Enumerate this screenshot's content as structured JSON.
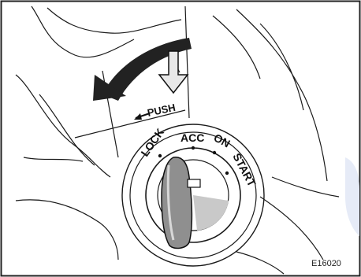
{
  "diagram": {
    "push_label": "PUSH",
    "positions": {
      "lock": "LOCK",
      "acc": "ACC",
      "on": "ON",
      "start": "START"
    },
    "figure_code": "E16020"
  },
  "colors": {
    "line": "#1a1a1a",
    "shade": "#c9c9c9",
    "tint": "#e6ebf7"
  }
}
